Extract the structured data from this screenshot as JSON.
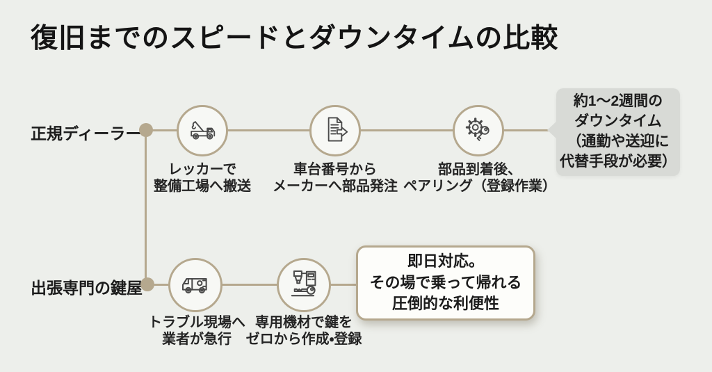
{
  "title": "復旧までのスピードとダウンタイムの比較",
  "colors": {
    "background": "#edefeb",
    "accent_line": "#b5a88e",
    "gray_callout_bg": "#d8dad6",
    "white_callout_bg": "#fdfdfa",
    "text": "#1c1c1c"
  },
  "dealer_row": {
    "label": "正規ディーラー",
    "steps": [
      {
        "icon": "tow-truck-icon",
        "caption": "レッカーで\n整備工場へ搬送"
      },
      {
        "icon": "parts-order-document-icon",
        "caption": "車台番号から\nメーカーへ部品発注"
      },
      {
        "icon": "gear-key-pairing-icon",
        "caption": "部品到着後、\nペアリング（登録作業）"
      }
    ],
    "callout": "約1〜2週間の\nダウンタイム\n（通勤や送迎に\n代替手段が必要）"
  },
  "locksmith_row": {
    "label": "出張専門の鍵屋",
    "steps": [
      {
        "icon": "service-van-icon",
        "caption": "トラブル現場へ\n業者が急行"
      },
      {
        "icon": "key-cutting-machine-icon",
        "caption": "専用機材で鍵を\nゼロから作成・登録"
      }
    ],
    "callout": "即日対応。\nその場で乗って帰れる\n圧倒的な利便性"
  }
}
